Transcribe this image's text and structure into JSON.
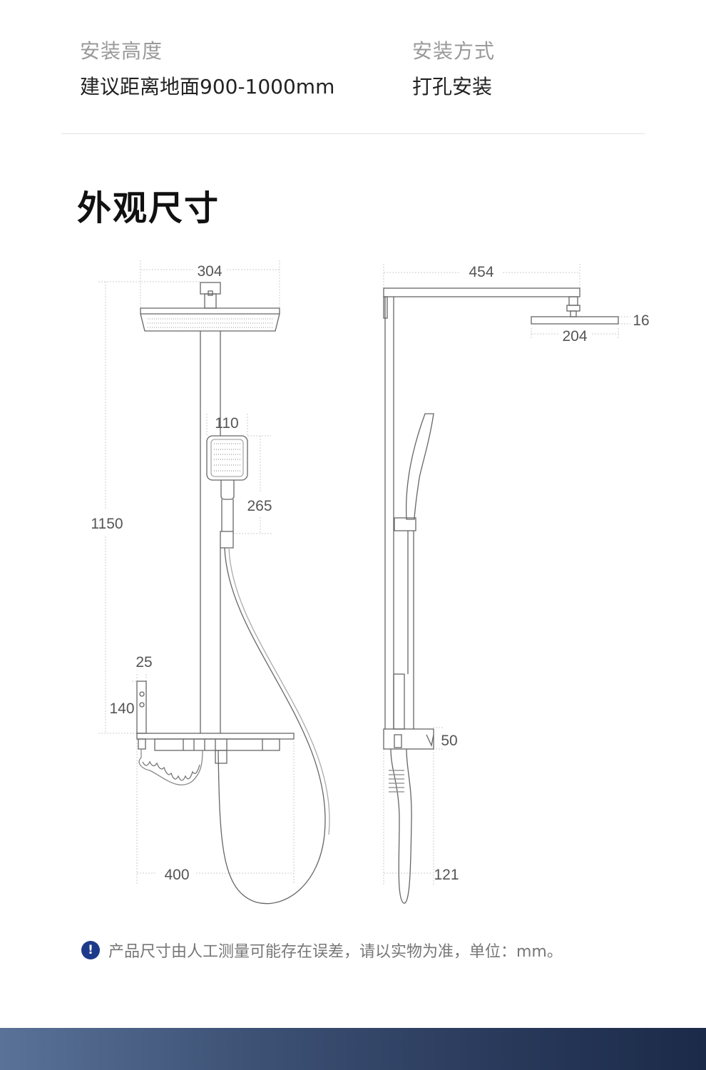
{
  "specs": [
    {
      "label": "安装高度",
      "value": "建议距离地面900-1000mm"
    },
    {
      "label": "安装方式",
      "value": "打孔安装"
    }
  ],
  "section_title": "外观尺寸",
  "dimensions": {
    "front": {
      "head_width": "304",
      "handheld_width": "110",
      "handheld_length": "265",
      "total_height": "1150",
      "valve_width": "25",
      "valve_height": "140",
      "shelf_width": "400"
    },
    "side": {
      "arm_length": "454",
      "head_thickness": "16",
      "head_depth": "204",
      "shelf_depth": "50",
      "bottom_depth": "121"
    }
  },
  "note": {
    "icon": "exclamation-icon",
    "text": "产品尺寸由人工测量可能存在误差，请以实物为准，单位：mm。",
    "icon_color": "#1d3a8a"
  },
  "footer": {
    "gradient_start": "#5a7298",
    "gradient_end": "#1b2a48"
  }
}
